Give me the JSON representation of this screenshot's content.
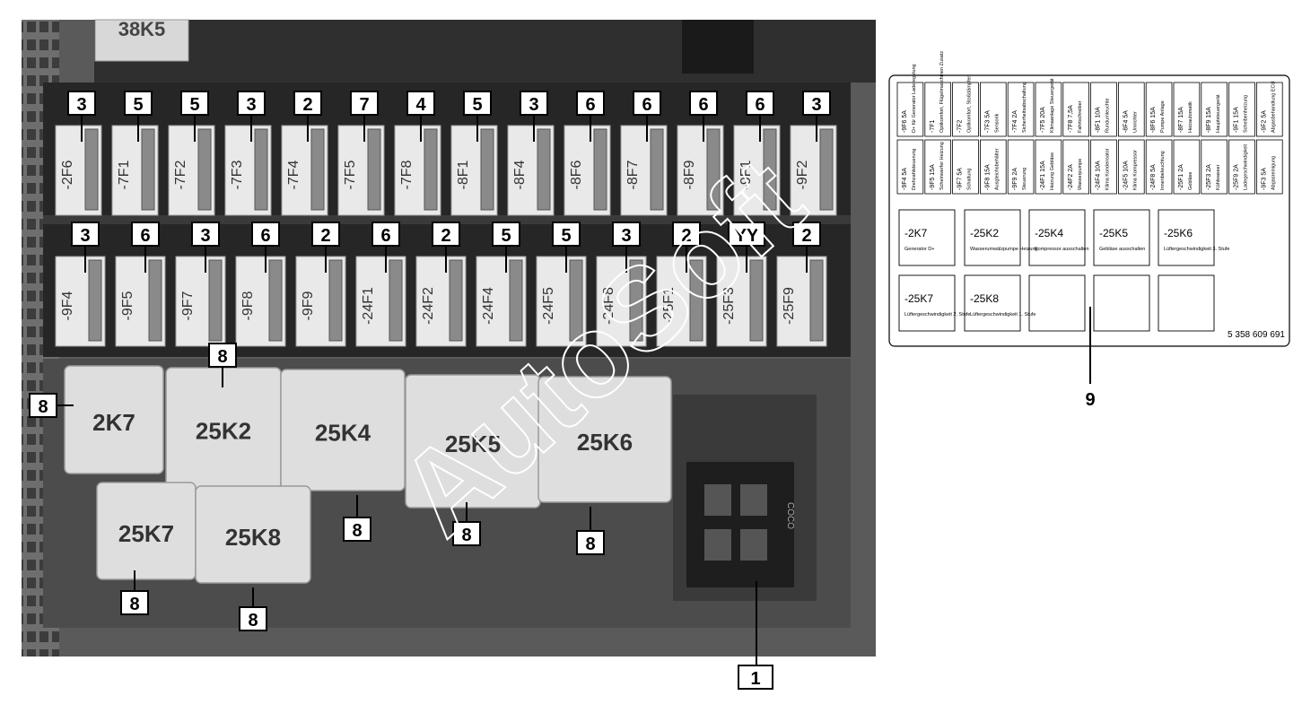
{
  "watermark": "AutoSoft",
  "top_relays": [
    "38K5"
  ],
  "fuse_row_top": {
    "callouts": [
      "3",
      "5",
      "5",
      "3",
      "2",
      "7",
      "4",
      "5",
      "3",
      "6",
      "6",
      "6",
      "6",
      "3"
    ],
    "fuses": [
      "-2F6",
      "-7F1",
      "-7F2",
      "-7F3",
      "-7F4",
      "-7F5",
      "-7F8",
      "-8F1",
      "-8F4",
      "-8F6",
      "-8F7",
      "-8F9",
      "-9F1",
      "-9F2"
    ]
  },
  "fuse_row_bottom": {
    "callouts": [
      "3",
      "6",
      "3",
      "6",
      "2",
      "6",
      "2",
      "5",
      "5",
      "3",
      "2",
      "YY",
      "2"
    ],
    "fuses": [
      "-9F4",
      "-9F5",
      "-9F7",
      "-9F8",
      "-9F9",
      "-24F1",
      "-24F2",
      "-24F4",
      "-24F5",
      "-24F8",
      "-25F1",
      "-25F3",
      "-25F9"
    ]
  },
  "relays": [
    "2K7",
    "25K2",
    "25K4",
    "25K5",
    "25K6",
    "25K7",
    "25K8"
  ],
  "relay_callout": "8",
  "connector_brand": "COCO",
  "connector_callout": "1",
  "label_card": {
    "fuse_row1": [
      {
        "id": "-9F6 5A",
        "desc": "D+ für Generator Laderegelung"
      },
      {
        "id": "-7F1",
        "desc": "Optikomfort, Flügelmaschinen Zusatz"
      },
      {
        "id": "-7F2",
        "desc": "Optikomfort, Stoßdämpfer"
      },
      {
        "id": "-7F3 5A",
        "desc": "Sensorik"
      },
      {
        "id": "-7F4 2A",
        "desc": "Sicherheitsabschaltung"
      },
      {
        "id": "-7F5 20A",
        "desc": "Klimaanlage Steuergerät"
      },
      {
        "id": "-7F8 7,5A",
        "desc": "Fahrtschreiber"
      },
      {
        "id": "-8F1 10A",
        "desc": "Rundumleuchte"
      },
      {
        "id": "-8F4 5A",
        "desc": "Umrichter"
      },
      {
        "id": "-8F6 15A",
        "desc": "Pumpe Anlage"
      },
      {
        "id": "-8F7 15A",
        "desc": "Heizautomatik"
      },
      {
        "id": "-8F9 15A",
        "desc": "Hauptsteuergerät"
      },
      {
        "id": "-9F1 15A",
        "desc": "Scheibenheizung"
      },
      {
        "id": "-9F2 5A",
        "desc": "Abgasbehandlung ECU"
      }
    ],
    "fuse_row2": [
      {
        "id": "-9F4 5A",
        "desc": "Drehzahlsteuerung"
      },
      {
        "id": "-9F5 15A",
        "desc": "Scheinwerfer Heizung"
      },
      {
        "id": "-9F7 5A",
        "desc": "Schaltung"
      },
      {
        "id": "-9F8 15A",
        "desc": "Ausgleichsbehälter"
      },
      {
        "id": "-9F9 2A",
        "desc": "Steuerung"
      },
      {
        "id": "-24F1 15A",
        "desc": "Heizung Gebläse"
      },
      {
        "id": "-24F2 2A",
        "desc": "Wasserpumpe"
      },
      {
        "id": "-24F4 10A",
        "desc": "Klima Kondensator"
      },
      {
        "id": "-24F5 10A",
        "desc": "Klima Kompressor"
      },
      {
        "id": "-24F8 5A",
        "desc": "Innenbeleuchtung"
      },
      {
        "id": "-25F1 2A",
        "desc": "Gebläse"
      },
      {
        "id": "-25F3 2A",
        "desc": "Kühlwasser"
      },
      {
        "id": "-25F9 2A",
        "desc": "Ladegeschwindigkeit"
      },
      {
        "id": "-9F3 5A",
        "desc": "Abgasreinigung"
      }
    ],
    "relays": [
      {
        "id": "-2K7",
        "desc": "Generator D+"
      },
      {
        "id": "-25K2",
        "desc": "Wasserumwälzpumpe Heizung"
      },
      {
        "id": "-25K4",
        "desc": "Kompressor ausschalten"
      },
      {
        "id": "-25K5",
        "desc": "Gebläse ausschalten"
      },
      {
        "id": "-25K6",
        "desc": "Lüftergeschwindigkeit 3. Stufe"
      },
      {
        "id": "-25K7",
        "desc": "Lüftergeschwindigkeit 2. Stufe"
      },
      {
        "id": "-25K8",
        "desc": "Lüftergeschwindigkeit 1. Stufe"
      }
    ],
    "part_number": "5 358 609 691",
    "callout": "9"
  }
}
